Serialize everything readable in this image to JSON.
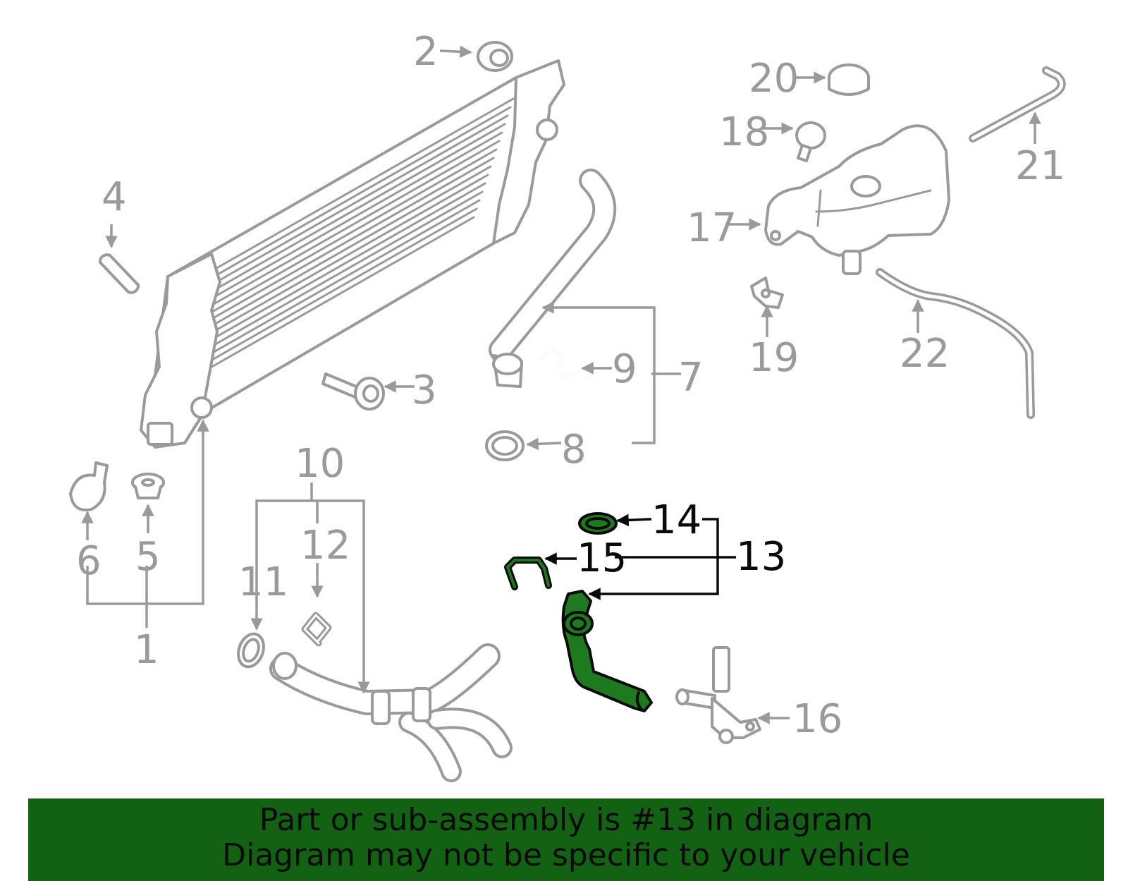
{
  "colors": {
    "highlight": "#1e7a1e",
    "banner": "#136213",
    "part_stroke": "#9a9a9a",
    "highlight_stroke": "#0a0a0a"
  },
  "callouts": {
    "c1": "1",
    "c2": "2",
    "c3": "3",
    "c4": "4",
    "c5": "5",
    "c6": "6",
    "c7": "7",
    "c8": "8",
    "c9": "9",
    "c10": "10",
    "c11": "11",
    "c12": "12",
    "c13": "13",
    "c14": "14",
    "c15": "15",
    "c16": "16",
    "c17": "17",
    "c18": "18",
    "c19": "19",
    "c20": "20",
    "c21": "21",
    "c22": "22"
  },
  "highlighted_part": "13",
  "banner": {
    "line1": "Part or sub-assembly is #13 in diagram",
    "line2": "Diagram may not be specific to your vehicle"
  }
}
